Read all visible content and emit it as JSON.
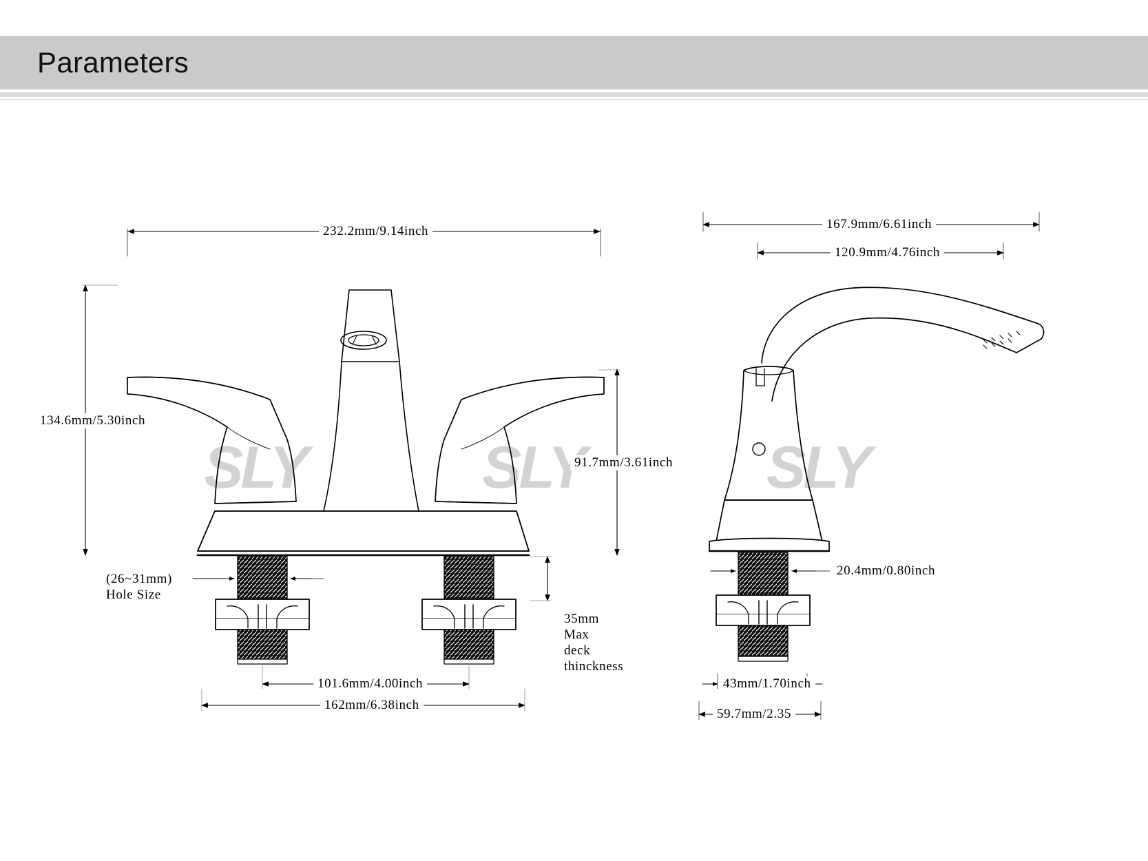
{
  "header": {
    "title": "Parameters",
    "band_color": "#c8cacc"
  },
  "watermark": {
    "text": "SLY",
    "color": "#d2d3d5",
    "instances": 2
  },
  "drawings": {
    "left": {
      "name": "two-handle-centerset-faucet-front-view",
      "dimensions": {
        "overall_width": "232.2mm/9.14inch",
        "overall_height": "134.6mm/5.30inch",
        "handle_height": "91.7mm/3.61inch",
        "hole_size_note": "(26~31mm)",
        "hole_size_label": "Hole Size",
        "center_spacing": "101.6mm/4.00inch",
        "base_width": "162mm/6.38inch",
        "deck_thickness_line1": "35mm",
        "deck_thickness_line2": "Max",
        "deck_thickness_line3": "deck",
        "deck_thickness_line4": "thinckness"
      }
    },
    "right": {
      "name": "faucet-spout-side-view",
      "dimensions": {
        "spout_reach_outer": "167.9mm/6.61inch",
        "spout_reach_inner": "120.9mm/4.76inch",
        "shank_diameter": "20.4mm/0.80inch",
        "base_diameter": "43mm/1.70inch",
        "base_width": "59.7mm/2.35"
      }
    }
  }
}
